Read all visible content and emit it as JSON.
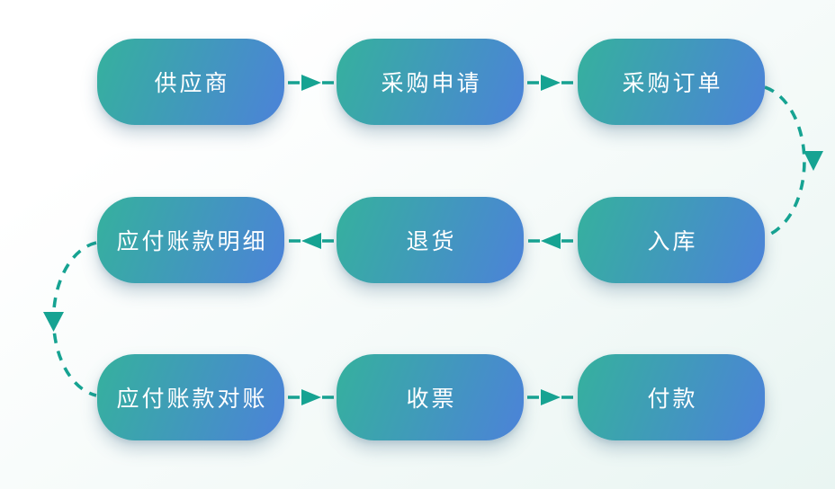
{
  "colors": {
    "bg-from": "#ffffff",
    "bg-to": "#e9f5f2",
    "node-from": "#35b19d",
    "node-to": "#4c82d9",
    "node-text": "#ffffff",
    "arrow": "#16a392"
  },
  "diagram": {
    "type": "flowchart",
    "rows": 3,
    "cols": 3
  },
  "nodes": [
    {
      "id": "supplier",
      "label": "供应商",
      "row": 0,
      "col": 0
    },
    {
      "id": "purchase-request",
      "label": "采购申请",
      "row": 0,
      "col": 1
    },
    {
      "id": "purchase-order",
      "label": "采购订单",
      "row": 0,
      "col": 2
    },
    {
      "id": "ap-detail",
      "label": "应付账款明细",
      "row": 1,
      "col": 0
    },
    {
      "id": "return-goods",
      "label": "退货",
      "row": 1,
      "col": 1
    },
    {
      "id": "stock-in",
      "label": "入库",
      "row": 1,
      "col": 2
    },
    {
      "id": "ap-reconciliation",
      "label": "应付账款对账",
      "row": 2,
      "col": 0
    },
    {
      "id": "receive-invoice",
      "label": "收票",
      "row": 2,
      "col": 1
    },
    {
      "id": "payment",
      "label": "付款",
      "row": 2,
      "col": 2
    }
  ],
  "connectors": [
    {
      "from": "supplier",
      "to": "purchase-request",
      "shape": "straight",
      "direction": "right"
    },
    {
      "from": "purchase-request",
      "to": "purchase-order",
      "shape": "straight",
      "direction": "right"
    },
    {
      "from": "purchase-order",
      "to": "stock-in",
      "shape": "curve-right-side",
      "direction": "down"
    },
    {
      "from": "stock-in",
      "to": "return-goods",
      "shape": "straight",
      "direction": "left"
    },
    {
      "from": "return-goods",
      "to": "ap-detail",
      "shape": "straight",
      "direction": "left"
    },
    {
      "from": "ap-detail",
      "to": "ap-reconciliation",
      "shape": "curve-left-side",
      "direction": "down"
    },
    {
      "from": "ap-reconciliation",
      "to": "receive-invoice",
      "shape": "straight",
      "direction": "right"
    },
    {
      "from": "receive-invoice",
      "to": "payment",
      "shape": "straight",
      "direction": "right"
    }
  ]
}
